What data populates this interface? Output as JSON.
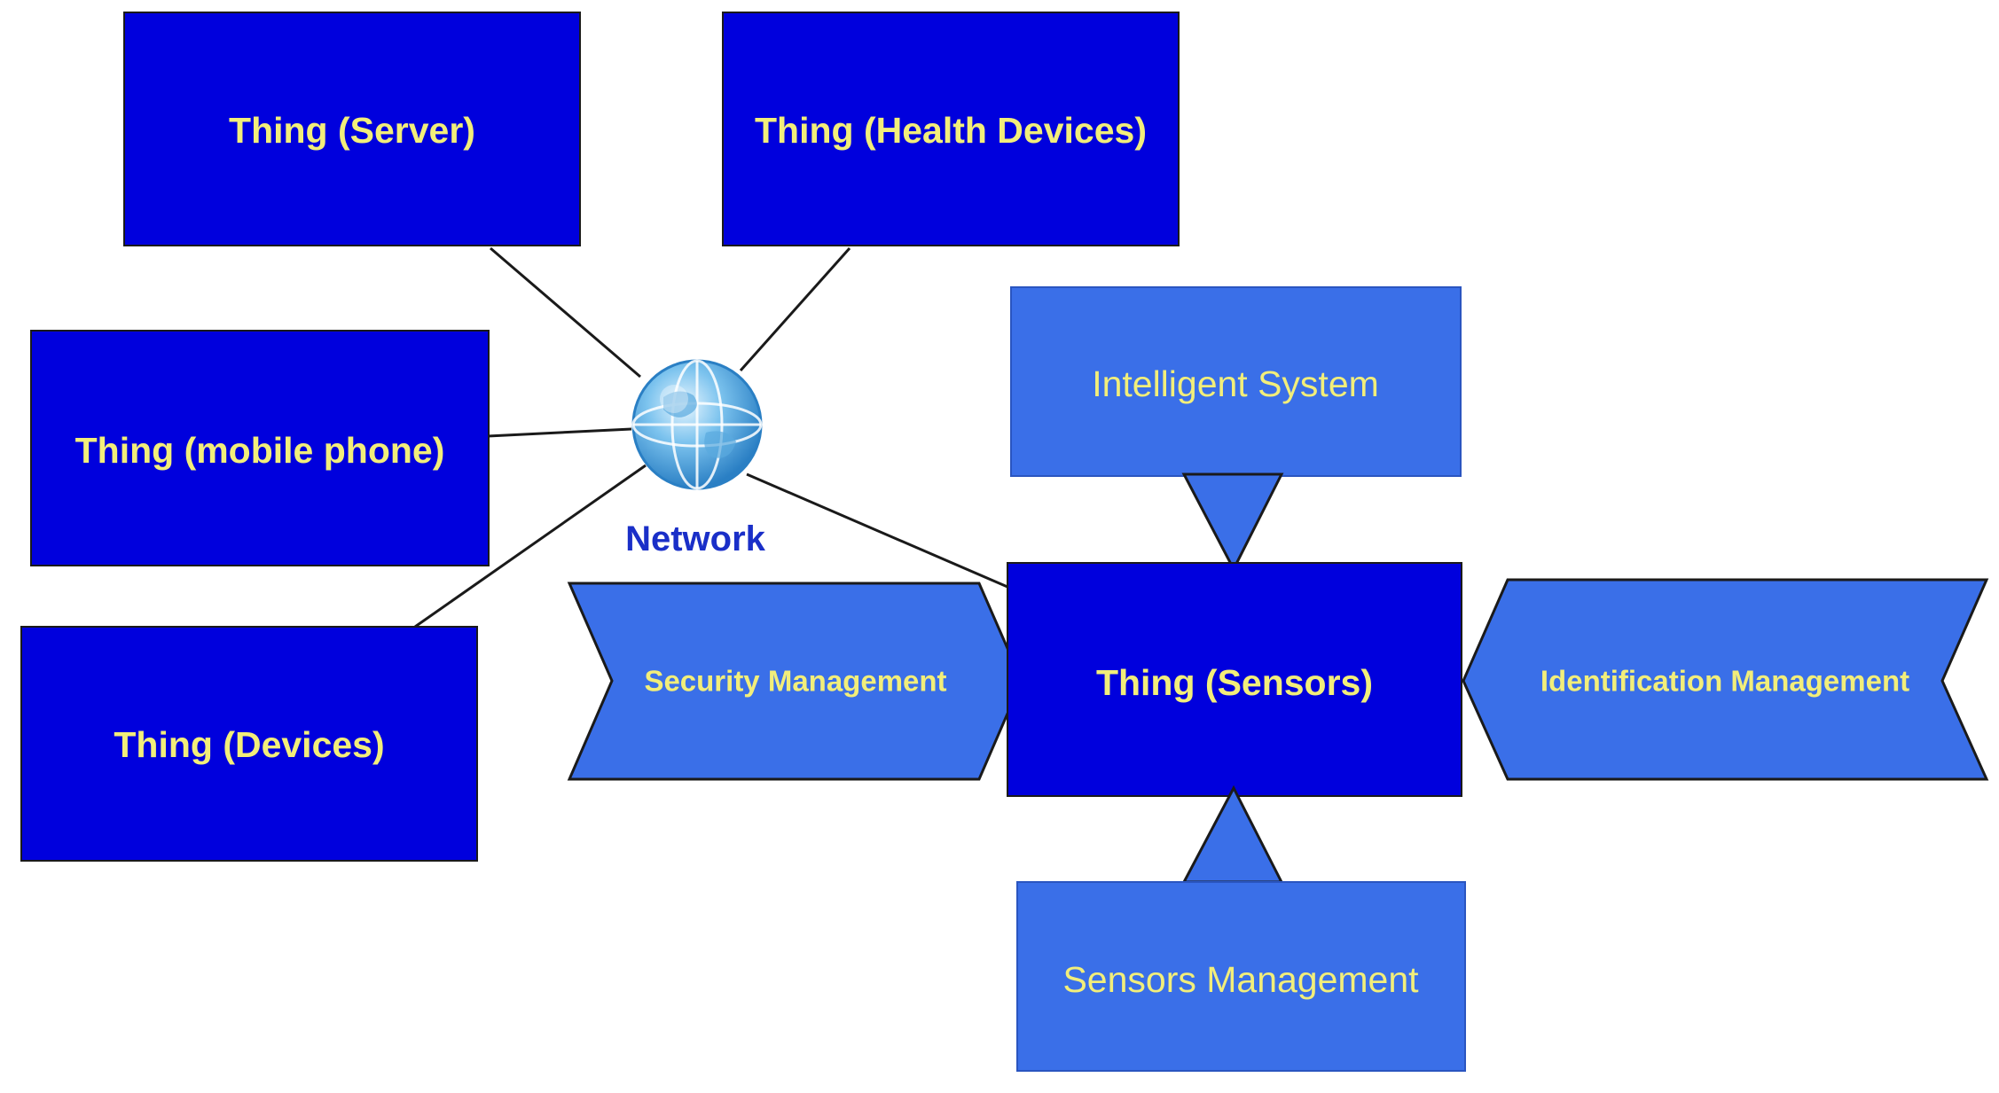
{
  "colors": {
    "dark_box": "#0000DD",
    "light_box": "#3A6FE8",
    "label_text": "#F2EE7A",
    "network_label": "#1A2FC8",
    "connector": "#1a1a1a",
    "outline": "#1a1a1a"
  },
  "icons": {
    "network": "globe-icon"
  },
  "diagram": {
    "things": {
      "server": "Thing (Server)",
      "health_devices": "Thing (Health Devices)",
      "mobile_phone": "Thing (mobile phone)",
      "devices": "Thing (Devices)",
      "sensors": "Thing (Sensors)"
    },
    "network_label": "Network",
    "modules": {
      "intelligent_system": "Intelligent System",
      "security_management": "Security Management",
      "identification_management": "Identification Management",
      "sensors_management": "Sensors Management"
    }
  }
}
